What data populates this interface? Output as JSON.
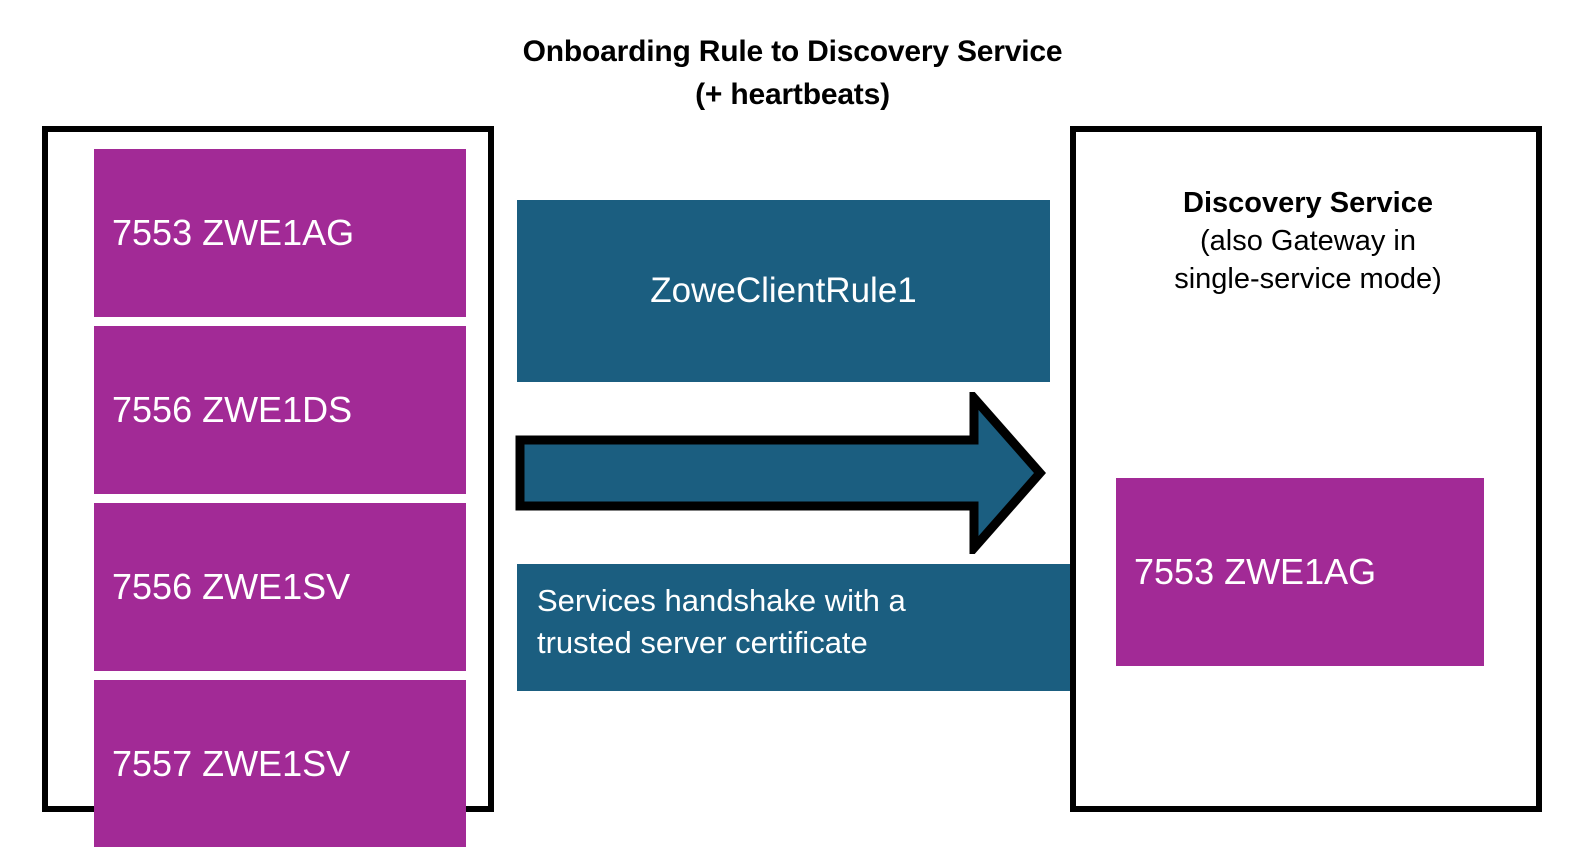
{
  "title": {
    "line1": "Onboarding Rule to Discovery Service",
    "line2": "(+ heartbeats)"
  },
  "colors": {
    "service_purple": "#A22A96",
    "teal": "#1B5E80",
    "outline_black": "#000000",
    "background": "#FFFFFF",
    "text_on_fill": "#FFFFFF"
  },
  "left_panel": {
    "services": [
      {
        "label": "7553 ZWE1AG"
      },
      {
        "label": "7556 ZWE1DS"
      },
      {
        "label": "7556 ZWE1SV"
      },
      {
        "label": "7557 ZWE1SV"
      }
    ]
  },
  "middle": {
    "rule_box_label": "ZoweClientRule1",
    "handshake_box": {
      "line1": "Services handshake with a",
      "line2": "trusted server certificate"
    },
    "arrow": {
      "icon": "right-block-arrow-icon",
      "direction": "right"
    }
  },
  "right_panel": {
    "heading_title": "Discovery Service",
    "heading_sub_line1": "(also Gateway in",
    "heading_sub_line2": "single-service mode)",
    "service": {
      "label": "7553 ZWE1AG"
    }
  }
}
